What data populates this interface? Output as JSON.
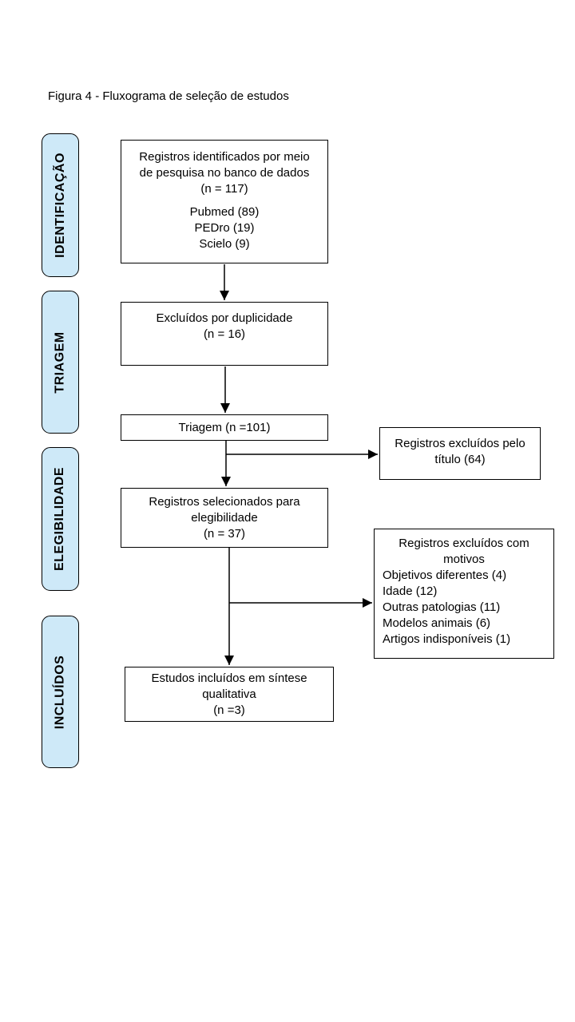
{
  "figure": {
    "title": "Figura 4 - Fluxograma de seleção de estudos"
  },
  "colors": {
    "stage_fill": "#cee9f8",
    "border": "#000000",
    "background": "#ffffff"
  },
  "stages": [
    {
      "label": "IDENTIFICAÇÃO"
    },
    {
      "label": "TRIAGEM"
    },
    {
      "label": "ELEGIBILIDADE"
    },
    {
      "label": "INCLUÍDOS"
    }
  ],
  "boxes": {
    "identified": {
      "lines": [
        "Registros identificados por meio",
        "de pesquisa no banco de dados",
        "(n = 117)"
      ],
      "sources": [
        "Pubmed (89)",
        "PEDro (19)",
        "Scielo (9)"
      ]
    },
    "duplicates": {
      "lines": [
        "Excluídos por duplicidade",
        "(n = 16)"
      ]
    },
    "screening": {
      "lines": [
        "Triagem (n =101)"
      ]
    },
    "excluded_by_title": {
      "lines": [
        "Registros excluídos pelo",
        "título (64)"
      ]
    },
    "eligibility": {
      "lines": [
        "Registros selecionados para",
        "elegibilidade",
        "(n = 37)"
      ]
    },
    "excluded_with_reasons": {
      "heading": [
        "Registros excluídos com",
        "motivos"
      ],
      "items": [
        "Objetivos diferentes (4)",
        "Idade (12)",
        "Outras patologias (11)",
        "Modelos animais (6)",
        "Artigos indisponíveis (1)"
      ]
    },
    "included": {
      "lines": [
        "Estudos incluídos em síntese",
        "qualitativa",
        "(n =3)"
      ]
    }
  }
}
